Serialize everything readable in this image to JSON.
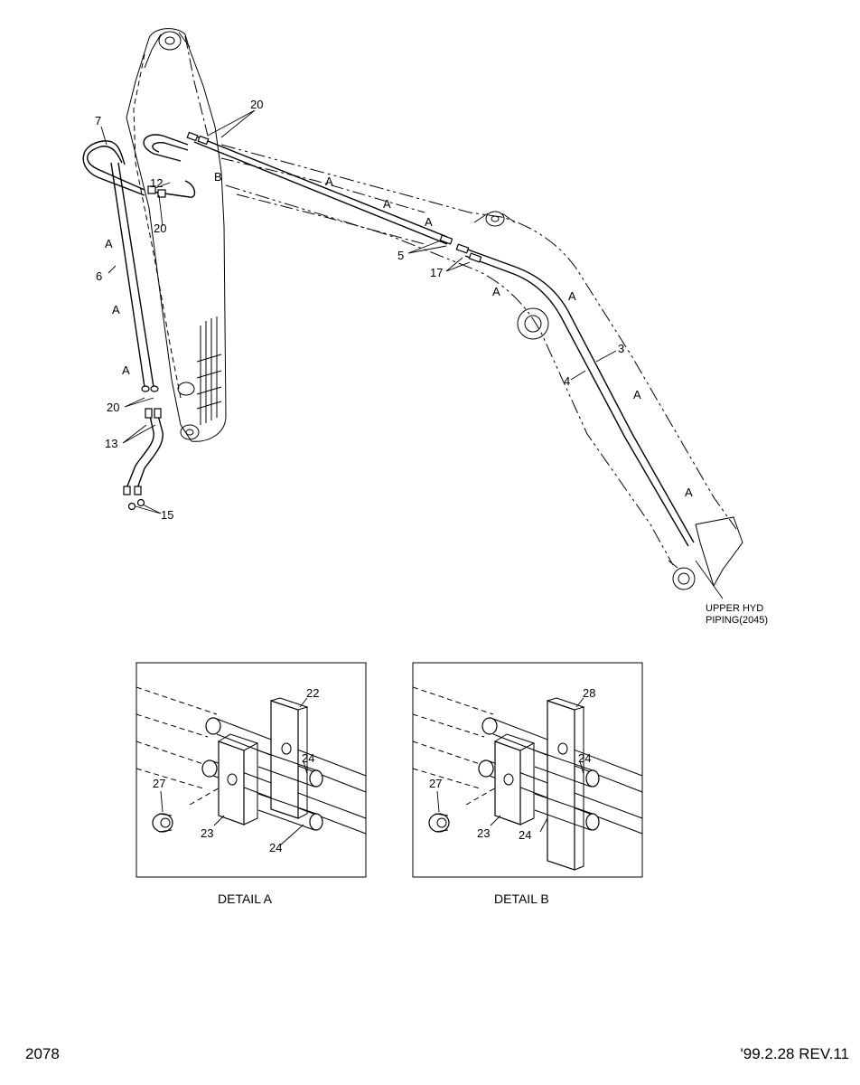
{
  "labels": {
    "p20_top": "20",
    "p7": "7",
    "p12": "12",
    "p20_mid": "20",
    "p6": "6",
    "p20_low": "20",
    "p13": "13",
    "p15": "15",
    "p5": "5",
    "p17": "17",
    "p3": "3",
    "p4": "4",
    "sec_b": "B",
    "a1": "A",
    "a2": "A",
    "a3": "A",
    "a4": "A",
    "a5": "A",
    "a6": "A",
    "a7": "A",
    "a8": "A",
    "a9": "A",
    "a10": "A"
  },
  "note": {
    "line1": "UPPER HYD",
    "line2": "PIPING(2045)"
  },
  "detail_a": {
    "caption": "DETAIL A",
    "p22": "22",
    "p24a": "24",
    "p24b": "24",
    "p27": "27",
    "p23": "23"
  },
  "detail_b": {
    "caption": "DETAIL B",
    "p28": "28",
    "p24a": "24",
    "p24b": "24",
    "p27": "27",
    "p23": "23"
  },
  "footer": {
    "page_number": "2078",
    "revision": "'99.2.28 REV.11"
  },
  "colors": {
    "line": "#000000",
    "background": "#ffffff"
  }
}
